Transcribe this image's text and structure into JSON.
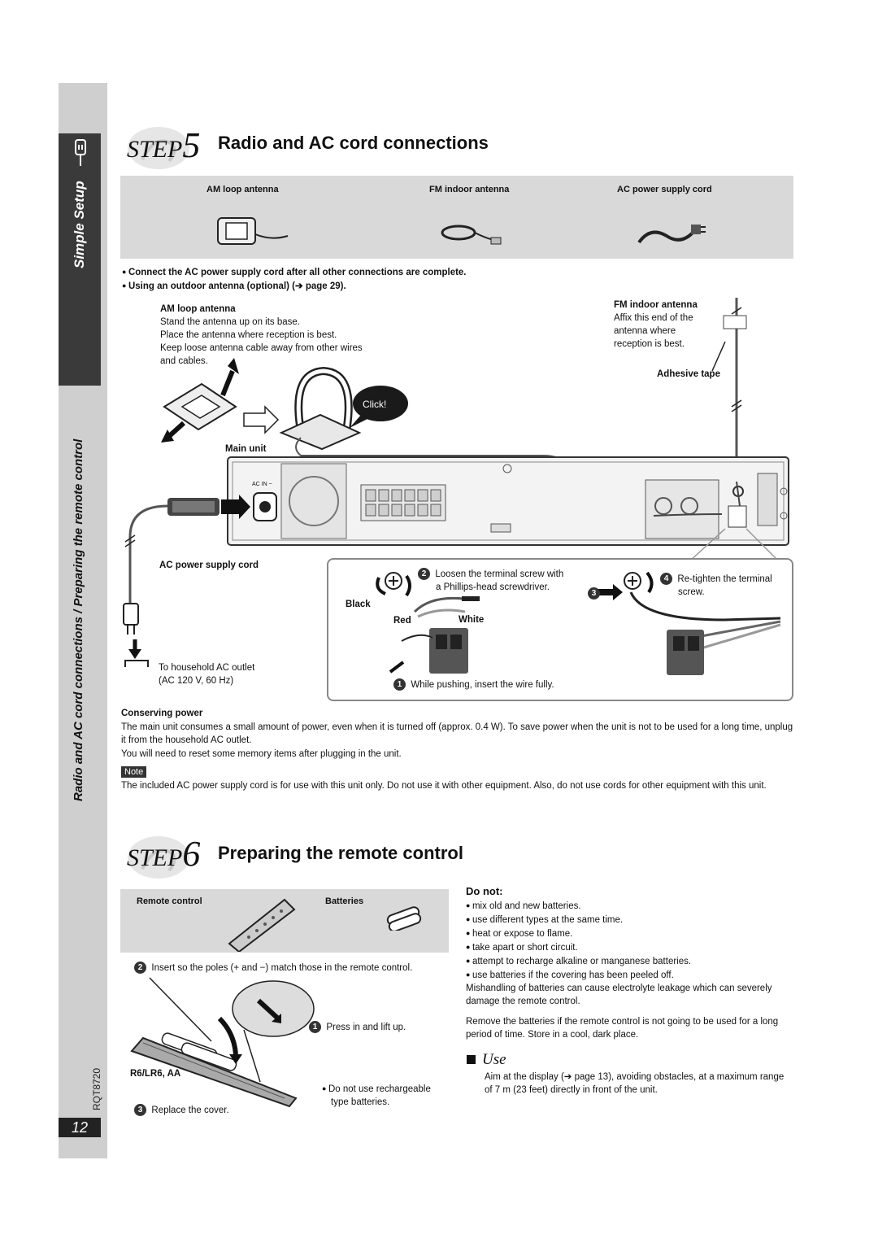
{
  "sidebar": {
    "simple_setup": "Simple Setup",
    "section_title": "Radio and AC cord connections / Preparing the remote control",
    "model_code": "RQT8720",
    "page_number": "12"
  },
  "step5": {
    "step_word": "STEP",
    "step_num": "5",
    "title": "Radio and AC cord connections",
    "accessories": [
      {
        "label": "AM loop antenna",
        "icon": "am-loop-antenna-icon"
      },
      {
        "label": "FM indoor antenna",
        "icon": "fm-indoor-antenna-icon"
      },
      {
        "label": "AC power supply cord",
        "icon": "ac-power-cord-icon"
      }
    ],
    "bullets": [
      "Connect the AC power supply cord after all other connections are complete.",
      "Using an outdoor antenna (optional) (➔ page 29)."
    ],
    "am": {
      "heading": "AM loop antenna",
      "lines": [
        "Stand the antenna up on its base.",
        "Place the antenna where reception is best.",
        "Keep loose antenna cable away from other wires",
        "and cables."
      ]
    },
    "fm": {
      "heading": "FM indoor antenna",
      "lines": [
        "Affix this end of the",
        "antenna where",
        "reception is best."
      ],
      "tape": "Adhesive tape"
    },
    "click": "Click!",
    "main_unit": "Main unit",
    "ac_in": "AC IN ~",
    "ac_cord_label": "AC power supply cord",
    "outlet_lines": [
      "To household AC outlet",
      "(AC 120 V, 60 Hz)"
    ],
    "inset": {
      "step2_num": "2",
      "step2_lines": [
        "Loosen the terminal screw with",
        "a Phillips-head screwdriver."
      ],
      "step3_num": "3",
      "step4_num": "4",
      "step4_lines": [
        "Re-tighten the terminal",
        "screw."
      ],
      "black": "Black",
      "red": "Red",
      "white": "White",
      "step1_num": "1",
      "step1_text": "While pushing, insert the wire fully."
    },
    "conserving_heading": "Conserving power",
    "conserving_text": "The main unit consumes a small amount of power, even when it is turned off (approx. 0.4 W). To save power when the unit is not to be used for a long time, unplug it from the household AC outlet.",
    "reset_text": "You will need to reset some memory items after plugging in the unit.",
    "note_label": "Note",
    "note_text": "The included AC power supply cord is for use with this unit only. Do not use it with other equipment. Also, do not use cords for other equipment with this unit."
  },
  "step6": {
    "step_word": "STEP",
    "step_num": "6",
    "title": "Preparing the remote control",
    "accessories": [
      {
        "label": "Remote control",
        "icon": "remote-control-icon"
      },
      {
        "label": "Batteries",
        "icon": "batteries-icon"
      }
    ],
    "step2_num": "2",
    "step2_text": "Insert so the poles (+ and −) match those in the remote control.",
    "step1_num": "1",
    "step1_text": "Press in and lift up.",
    "battery_type": "R6/LR6, AA",
    "no_recharge_lines": [
      "Do not use rechargeable",
      "type batteries."
    ],
    "step3_num": "3",
    "step3_text": "Replace the cover.",
    "do_not_heading": "Do not:",
    "do_not_items": [
      "mix old and new batteries.",
      "use different types at the same time.",
      "heat or expose to flame.",
      "take apart or short circuit.",
      "attempt to recharge alkaline or manganese batteries.",
      "use batteries if the covering has been peeled off."
    ],
    "mishandling_text": "Mishandling of batteries can cause electrolyte leakage which can severely damage the remote control.",
    "remove_text": "Remove the batteries if the remote control is not going to be used for a long period of time. Store in a cool, dark place.",
    "use_heading": "Use",
    "use_text": "Aim at the display (➔ page 13), avoiding obstacles, at a maximum range of 7 m (23 feet) directly in front of the unit."
  }
}
